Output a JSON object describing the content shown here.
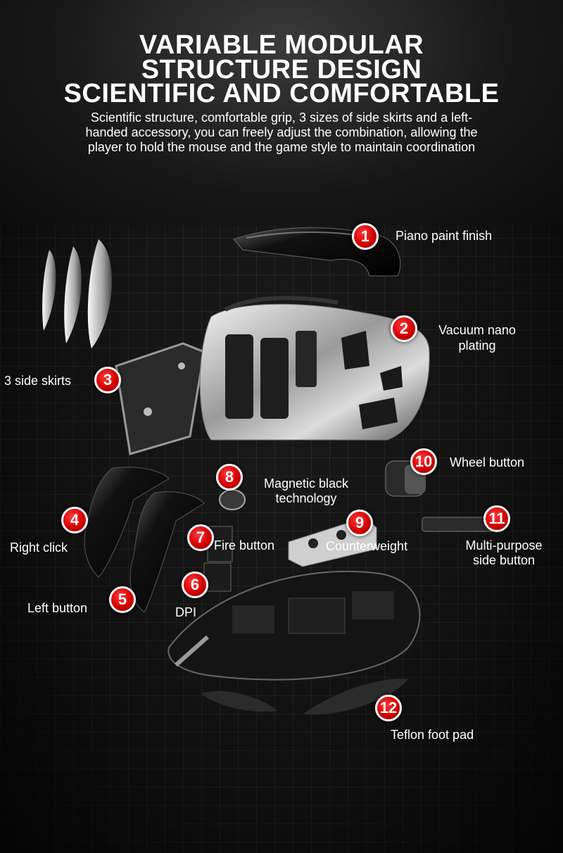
{
  "header": {
    "title_lines": [
      "VARIABLE MODULAR",
      "STRUCTURE DESIGN",
      "SCIENTIFIC AND COMFORTABLE"
    ],
    "subtitle": "Scientific structure, comfortable grip, 3 sizes of side skirts and a left-handed accessory, you can freely adjust the combination, allowing the player to hold the mouse and the game style to maintain coordination"
  },
  "callouts": [
    {
      "number": "1",
      "label": "Piano paint finish"
    },
    {
      "number": "2",
      "label_lines": [
        "Vacuum nano",
        "plating"
      ]
    },
    {
      "number": "3",
      "label": "3 side skirts"
    },
    {
      "number": "4",
      "label": "Right click"
    },
    {
      "number": "5",
      "label": "Left button"
    },
    {
      "number": "6",
      "label": "DPI"
    },
    {
      "number": "7",
      "label": "Fire button"
    },
    {
      "number": "8",
      "label_lines": [
        "Magnetic black",
        "technology"
      ]
    },
    {
      "number": "9",
      "label": "Counterweight"
    },
    {
      "number": "10",
      "label": "Wheel button"
    },
    {
      "number": "11",
      "label_lines": [
        "Multi-purpose",
        "side button"
      ]
    },
    {
      "number": "12",
      "label": "Teflon foot pad"
    }
  ],
  "colors": {
    "badge": "#d40000",
    "background": "#141414",
    "text": "#ffffff"
  }
}
